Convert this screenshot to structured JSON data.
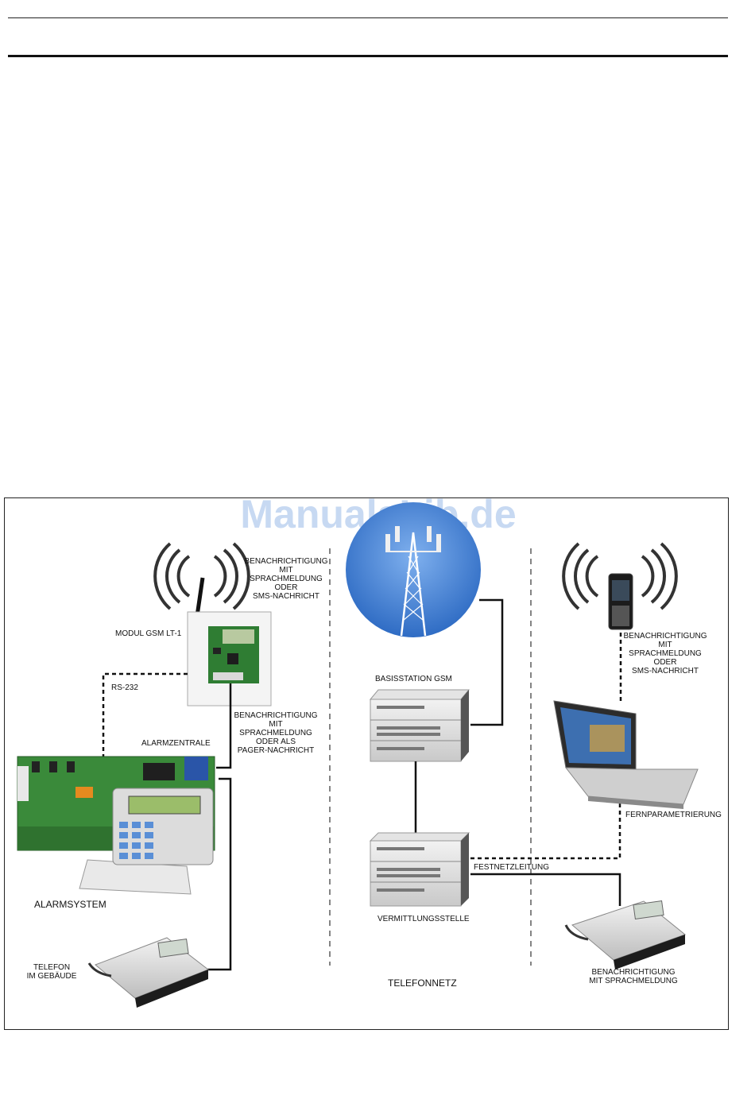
{
  "watermark": "ManualsLib.de",
  "labels": {
    "notify_gsm_top": [
      "BENACHRICHTIGUNG",
      "MIT",
      "SPRACHMELDUNG",
      "ODER",
      "SMS-NACHRICHT"
    ],
    "module": "MODUL GSM LT-1",
    "rs232": "RS-232",
    "notify_pager": [
      "BENACHRICHTIGUNG",
      "MIT",
      "SPRACHMELDUNG",
      "ODER ALS",
      "PAGER-NACHRICHT"
    ],
    "alarm_panel": "ALARMZENTRALE",
    "alarm_system": "ALARMSYSTEM",
    "phone_building": [
      "TELEFON",
      "IM GEBÄUDE"
    ],
    "base_station": "BASISSTATION GSM",
    "exchange": "VERMITTLUNGSSTELLE",
    "network": "TELEFONNETZ",
    "landline": "FESTNETZLEITUNG",
    "notify_mobile": [
      "BENACHRICHTIGUNG",
      "MIT",
      "SPRACHMELDUNG",
      "ODER",
      "SMS-NACHRICHT"
    ],
    "remote_config": "FERNPARAMETRIERUNG",
    "notify_voice": [
      "BENACHRICHTIGUNG",
      "MIT SPRACHMELDUNG"
    ]
  },
  "colors": {
    "sky": "#4a86d8",
    "board": "#3a8a3a",
    "line": "#111111"
  }
}
